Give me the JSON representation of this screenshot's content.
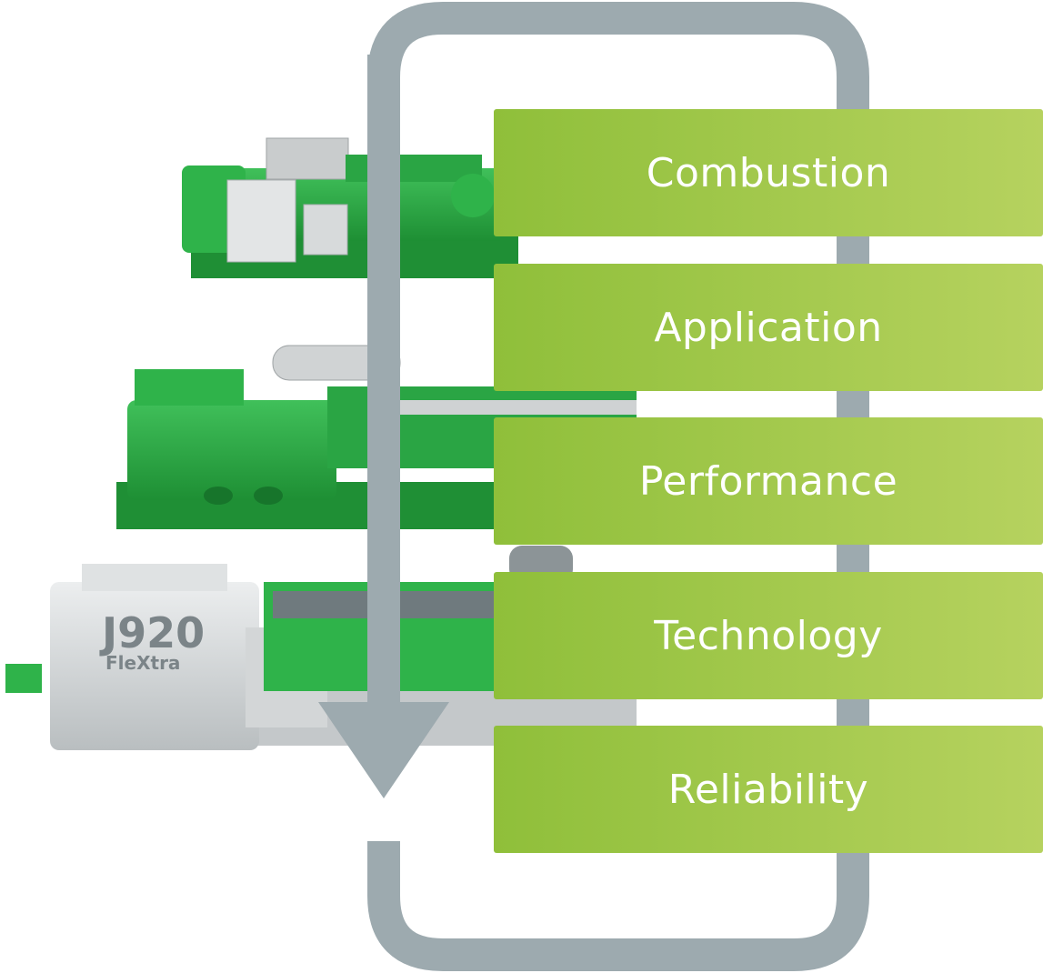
{
  "colors": {
    "loop": "#9daaaf",
    "box_left": "#8fbf3a",
    "box_right": "#b6d25f",
    "engine_green": "#2fb34a",
    "engine_green_dark": "#1f8f35",
    "engine_grey": "#d9dcdd"
  },
  "steps": [
    {
      "label": "Combustion"
    },
    {
      "label": "Application"
    },
    {
      "label": "Performance"
    },
    {
      "label": "Technology"
    },
    {
      "label": "Reliability"
    }
  ],
  "engines": {
    "bottom_model": "J920",
    "bottom_submodel": "FleXtra"
  },
  "icons": {
    "loop": "cycle-arrow-icon"
  }
}
